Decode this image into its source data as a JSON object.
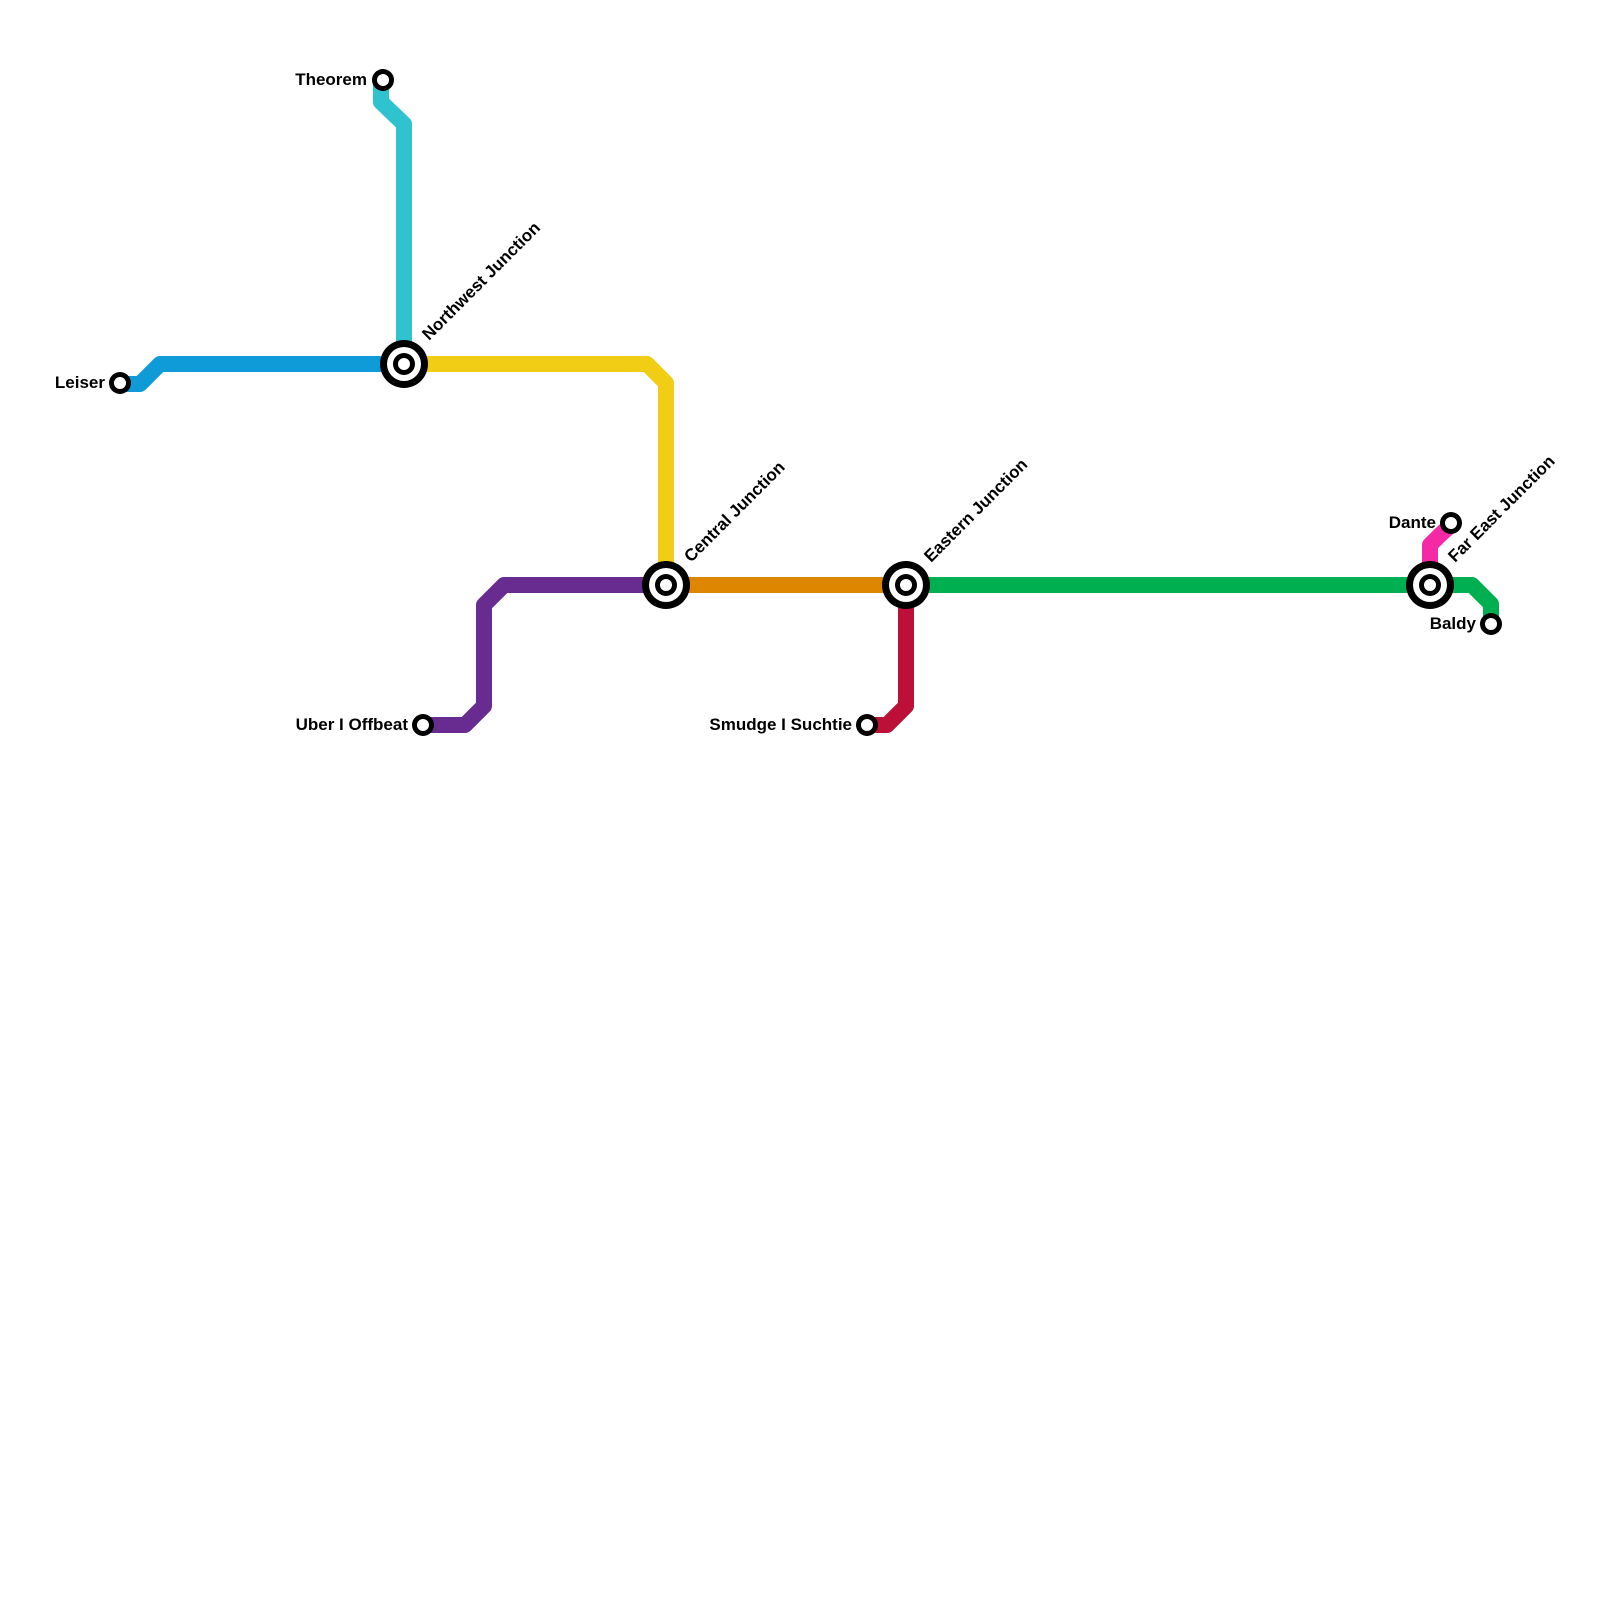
{
  "map": {
    "lines": [
      {
        "id": "blue",
        "color": "#0e9bd8"
      },
      {
        "id": "cyan",
        "color": "#2ec3ce"
      },
      {
        "id": "yellow",
        "color": "#f2cd15"
      },
      {
        "id": "purple",
        "color": "#682c91"
      },
      {
        "id": "orange",
        "color": "#df8600"
      },
      {
        "id": "red",
        "color": "#bd1038"
      },
      {
        "id": "green",
        "color": "#00b050"
      },
      {
        "id": "pink",
        "color": "#f529a6"
      }
    ],
    "stations": {
      "theorem": "Theorem",
      "leiser": "Leiser",
      "northwest_junction": "Northwest Junction",
      "central_junction": "Central Junction",
      "uber_offbeat": "Uber I Offbeat",
      "eastern_junction": "Eastern Junction",
      "smudge_suchtie": "Smudge I Suchtie",
      "dante": "Dante",
      "far_east_junction": "Far East Junction",
      "baldy": "Baldy"
    }
  }
}
